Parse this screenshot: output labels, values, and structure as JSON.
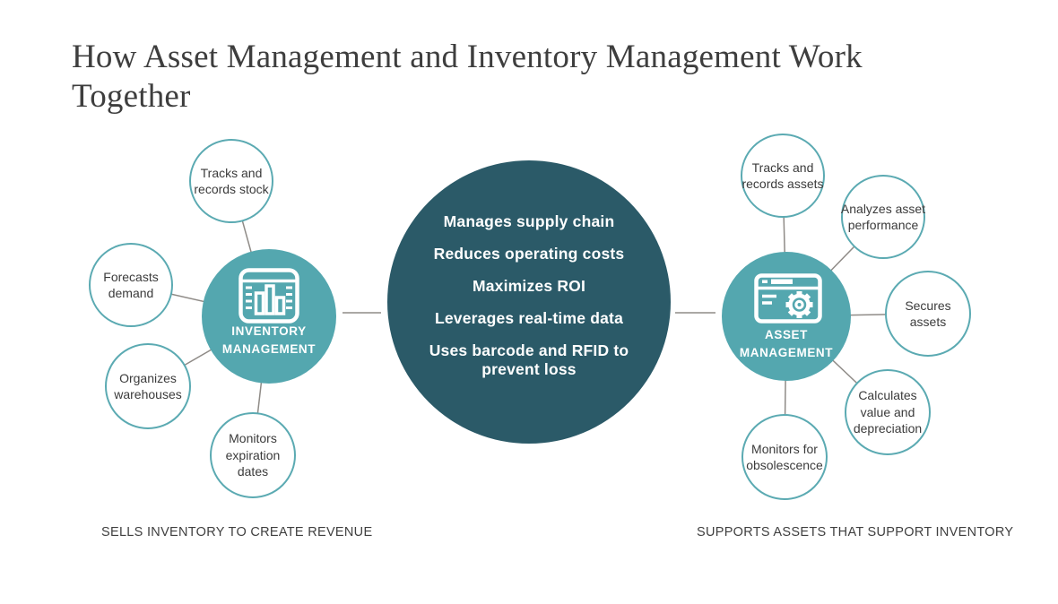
{
  "title": "How Asset Management and Inventory Management Work Together",
  "colors": {
    "center_circle": "#2b5a68",
    "hub_circle": "#54a7af",
    "satellite_border": "#5baab2",
    "connector_line": "#8f8b87",
    "title_text": "#3e3e3e",
    "label_text": "#3b3b3b",
    "center_text": "#ffffff"
  },
  "center": {
    "items": [
      "Manages supply chain",
      "Reduces operating costs",
      "Maximizes ROI",
      "Leverages real-time data",
      "Uses barcode and RFID to\nprevent loss"
    ]
  },
  "inventory": {
    "label": "INVENTORY\nMANAGEMENT",
    "icon": "shelf-bars-icon",
    "caption": "SELLS INVENTORY TO CREATE REVENUE",
    "satellites": [
      {
        "label": "Tracks and\nrecords stock"
      },
      {
        "label": "Forecasts\ndemand"
      },
      {
        "label": "Organizes\nwarehouses"
      },
      {
        "label": "Monitors\nexpiration\ndates"
      }
    ]
  },
  "asset": {
    "label": "ASSET\nMANAGEMENT",
    "icon": "browser-gear-icon",
    "caption": "SUPPORTS ASSETS THAT SUPPORT INVENTORY",
    "satellites": [
      {
        "label": "Tracks and\nrecords assets"
      },
      {
        "label": "Analyzes asset\nperformance"
      },
      {
        "label": "Secures\nassets"
      },
      {
        "label": "Calculates\nvalue and\ndepreciation"
      },
      {
        "label": "Monitors for\nobsolescence"
      }
    ]
  }
}
